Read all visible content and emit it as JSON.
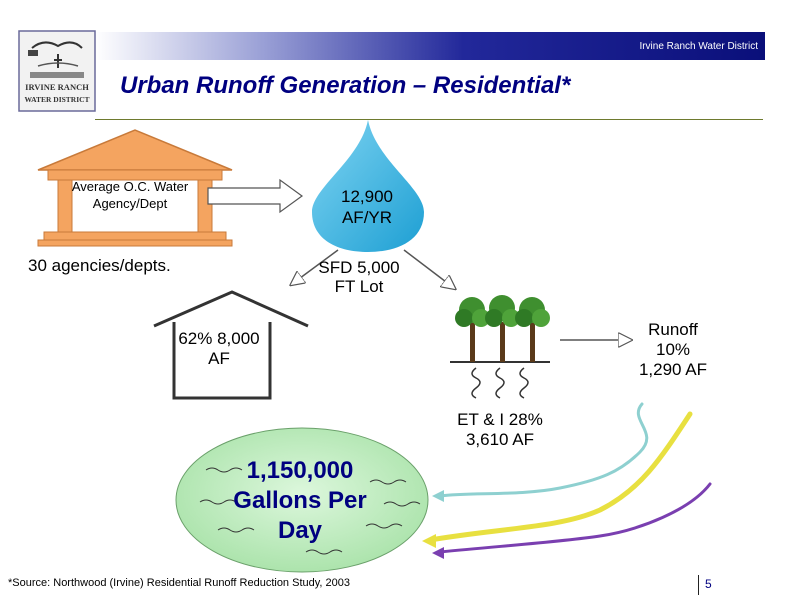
{
  "header": {
    "org": "Irvine Ranch Water District"
  },
  "logo": {
    "text": [
      "IRVINE RANCH",
      "WATER DISTRICT"
    ]
  },
  "title": "Urban Runoff Generation – Residential*",
  "agency": {
    "label": "Average O.C. Water Agency/Dept",
    "count": "30 agencies/depts."
  },
  "drop": {
    "value": "12,900 AF/YR"
  },
  "lot": {
    "label": "SFD 5,000 FT Lot"
  },
  "house": {
    "value": "62% 8,000 AF"
  },
  "et": {
    "value": "ET & I 28% 3,610 AF"
  },
  "runoff": {
    "value": "Runoff 10% 1,290 AF"
  },
  "pool": {
    "value": "1,150,000 Gallons Per Day"
  },
  "footer": {
    "source": "*Source: Northwood (Irvine) Residential Runoff Reduction Study, 2003",
    "page": "5"
  },
  "colors": {
    "header_blue": "#0a0f7a",
    "title_navy": "#000080",
    "building": "#f4a460",
    "drop": "#3bb3e0",
    "pool": "#c8f0c8",
    "stream_yellow": "#e8e040",
    "stream_teal": "#8ed0d0",
    "stream_purple": "#7a3fb0"
  },
  "icons": [
    "water-district-logo-icon",
    "government-building-icon",
    "water-drop-icon",
    "house-outline-icon",
    "trees-icon",
    "evaporation-squiggle-icon",
    "runoff-stream-icon"
  ]
}
